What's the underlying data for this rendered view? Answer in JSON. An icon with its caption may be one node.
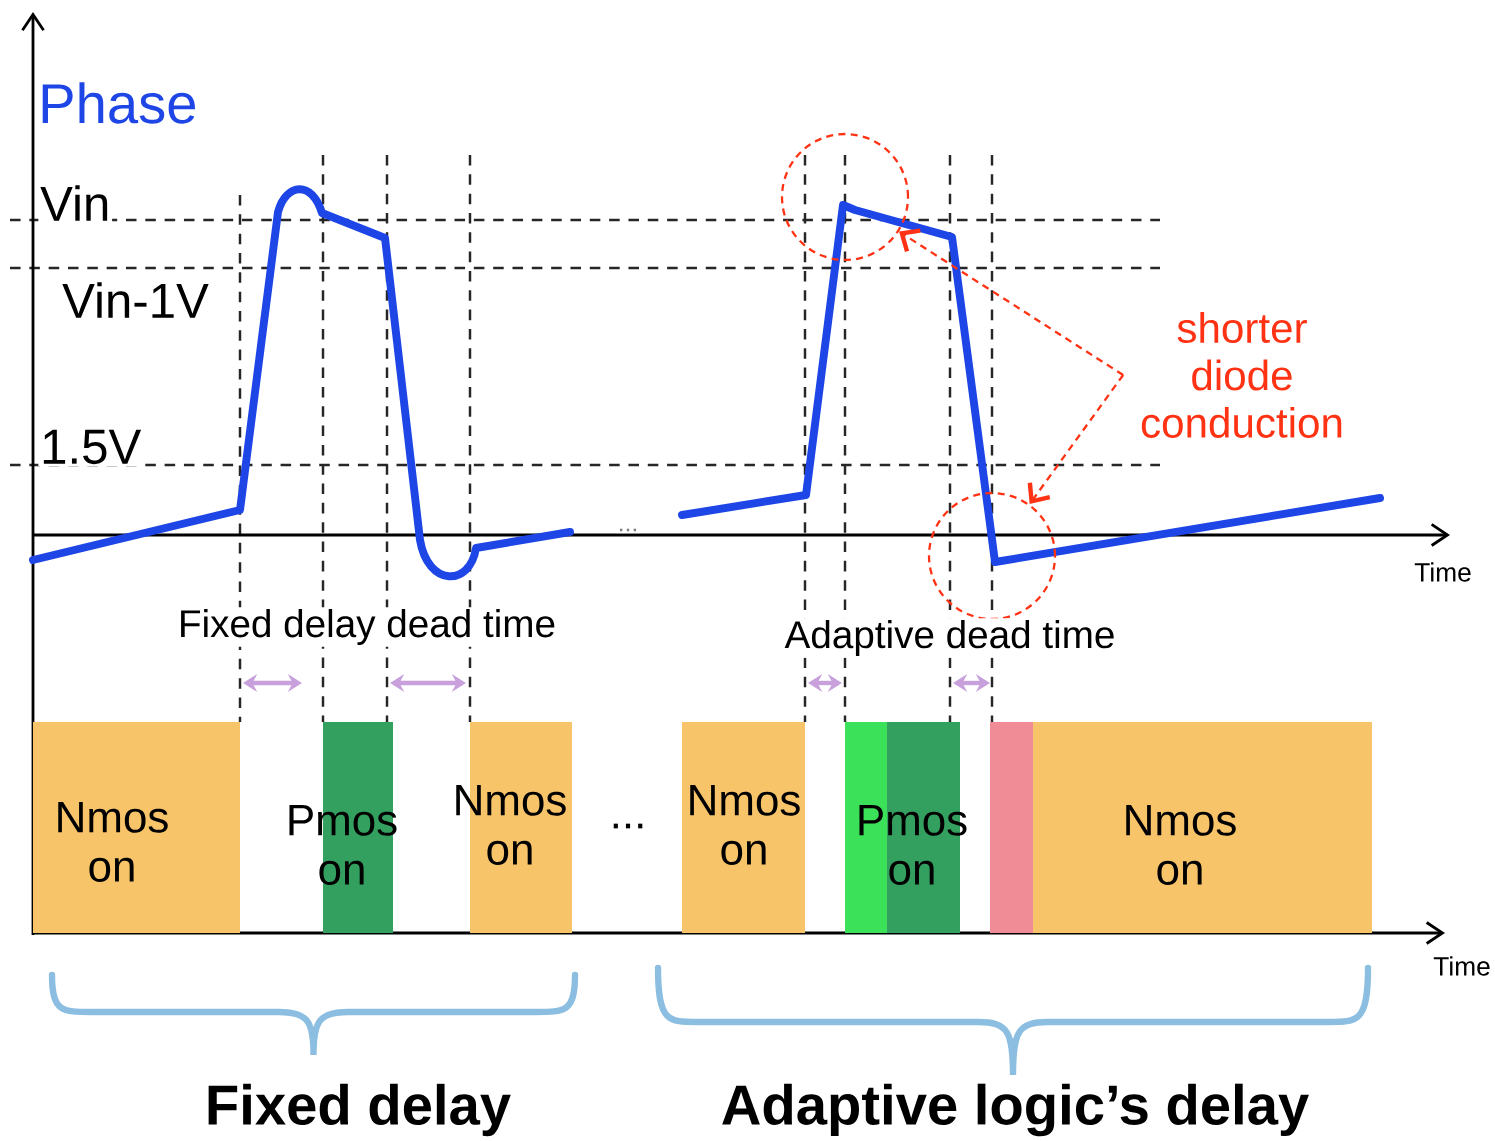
{
  "diagram": {
    "nodes": [
      {
        "text": [],
        "shape": "circle"
      },
      {
        "text": [
          "shorter diode conduction"
        ]
      },
      {
        "text": [],
        "shape": "circle"
      },
      {
        "text": [
          "Nmos on"
        ]
      },
      {
        "text": [
          "Pmos on"
        ]
      },
      {
        "text": [
          "Nmos on"
        ]
      },
      {
        "text": [
          "Nmos on"
        ]
      },
      {
        "text": [],
        "shape": "bar"
      },
      {
        "text": [
          "Pmos on"
        ]
      },
      {
        "text": [],
        "shape": "bar"
      },
      {
        "text": [
          "Nmos on"
        ]
      }
    ],
    "edges": [
      {
        "from": 1,
        "to": 0,
        "arrow": "to",
        "style": "dashed"
      },
      {
        "from": 1,
        "to": 2,
        "arrow": "to",
        "style": "dashed"
      }
    ],
    "labels": [
      "Phase",
      "Vin",
      "Vin-1V",
      "1.5V",
      "...",
      "Time",
      "Fixed delay dead time",
      "Adaptive dead time",
      "...",
      "Time",
      "Fixed delay",
      "Adaptive logic’s delay"
    ]
  }
}
